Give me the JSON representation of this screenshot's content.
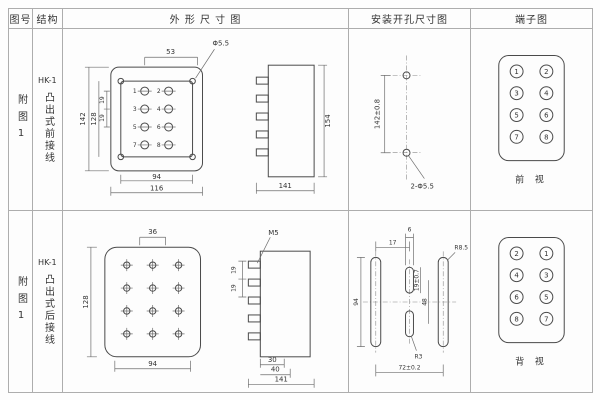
{
  "header": {
    "figure": "图号",
    "structure": "结构",
    "outline": "外 形 尺 寸 图",
    "mounting": "安装开孔尺寸图",
    "terminal": "端子图"
  },
  "rows": [
    {
      "figure": "附图1",
      "model": "HK-1",
      "structure": "凸出式前接线",
      "outline": {
        "dim_53": "53",
        "dim_phi": "Φ5.5",
        "dim_142": "142",
        "dim_128": "128",
        "dim_19a": "19",
        "dim_19b": "19",
        "dim_94": "94",
        "dim_116": "116",
        "dim_154": "154",
        "dim_141": "141",
        "terminals": [
          "1",
          "2",
          "3",
          "4",
          "5",
          "6",
          "7",
          "8"
        ]
      },
      "mounting": {
        "dim_height": "142±0.8",
        "holes": "2-Φ5.5"
      },
      "terminal": {
        "numbers": [
          "1",
          "2",
          "3",
          "4",
          "5",
          "6",
          "7",
          "8"
        ],
        "caption": "前  视"
      }
    },
    {
      "figure": "附图1",
      "model": "HK-1",
      "structure": "凸出式后接线",
      "outline": {
        "dim_36": "36",
        "dim_m5": "M5",
        "dim_128": "128",
        "dim_19a": "19",
        "dim_19b": "19",
        "dim_94": "94",
        "dim_30": "30",
        "dim_40": "40",
        "dim_141": "141"
      },
      "mounting": {
        "dim_17": "17",
        "dim_6": "6",
        "dim_r85": "R8.5",
        "dim_94": "94",
        "dim_19t": "19±0.7",
        "dim_48": "48",
        "dim_r3": "R3",
        "dim_72": "72±0.2"
      },
      "terminal": {
        "numbers": [
          "2",
          "1",
          "4",
          "3",
          "6",
          "5",
          "8",
          "7"
        ],
        "caption": "背  视"
      }
    }
  ]
}
